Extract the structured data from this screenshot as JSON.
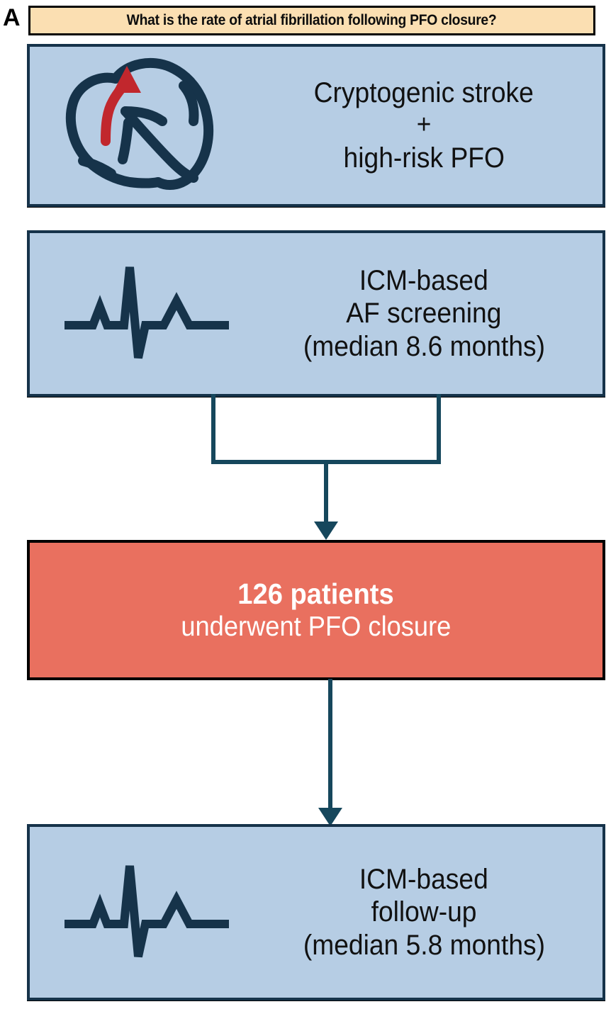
{
  "panel": {
    "label": "A"
  },
  "banner": {
    "question": "What is the rate of atrial fibrillation following PFO closure?",
    "fill_color": "#fbdfb2",
    "border_color": "#000000"
  },
  "colors": {
    "box_blue_fill": "#b6cde4",
    "box_blue_border": "#16334a",
    "box_red_fill": "#e9705f",
    "box_red_border": "#000000",
    "connector": "#16475c",
    "icon_navy": "#16334a",
    "icon_red": "#c1272d",
    "text_dark": "#111111",
    "text_white": "#ffffff"
  },
  "flow": {
    "steps": [
      {
        "id": "cryptogenic-stroke",
        "icon": "heart-with-shunt-arrow-icon",
        "lines": [
          "Cryptogenic stroke",
          "+",
          "high-risk PFO"
        ]
      },
      {
        "id": "af-screening",
        "icon": "ecg-waveform-icon",
        "lines": [
          "ICM-based",
          "AF screening",
          "(median 8.6 months)"
        ]
      },
      {
        "id": "pfo-closure",
        "icon": "none",
        "lines": [
          "126 patients",
          "underwent PFO closure"
        ],
        "emphasis_line": "126 patients",
        "count": 126,
        "unit": "patients"
      },
      {
        "id": "icm-followup",
        "icon": "ecg-waveform-icon",
        "lines": [
          "ICM-based",
          "follow-up",
          "(median 5.8 months)"
        ]
      }
    ],
    "connectors": [
      {
        "id": "screening-to-closure",
        "style": "bracket-down-arrow"
      },
      {
        "id": "closure-to-followup",
        "style": "straight-down-arrow"
      }
    ]
  },
  "metrics": {
    "screening_median_months": 8.6,
    "followup_median_months": 5.8,
    "patients": 126
  }
}
